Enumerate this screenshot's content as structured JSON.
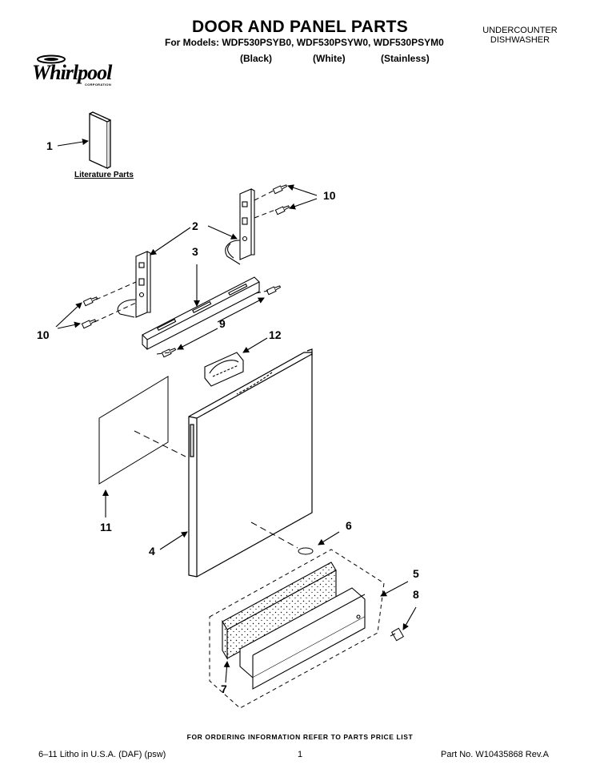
{
  "header": {
    "title": "DOOR AND PANEL PARTS",
    "models": "For Models: WDF530PSYB0, WDF530PSYW0, WDF530PSYM0",
    "variants": [
      "(Black)",
      "(White)",
      "(Stainless)"
    ],
    "category_line1": "UNDERCOUNTER",
    "category_line2": "DISHWASHER"
  },
  "logo": {
    "wordmark": "Whirlpool",
    "corporation": "CORPORATION"
  },
  "diagram": {
    "literature_label": "Literature Parts",
    "callouts": {
      "c1": "1",
      "c2": "2",
      "c3": "3",
      "c4": "4",
      "c5": "5",
      "c6": "6",
      "c7": "7",
      "c8": "8",
      "c9": "9",
      "c10_top": "10",
      "c10_left": "10",
      "c11": "11",
      "c12": "12"
    }
  },
  "footer": {
    "note": "FOR ORDERING INFORMATION REFER TO PARTS PRICE LIST",
    "left": "6–11 Litho in U.S.A. (DAF) (psw)",
    "page": "1",
    "right": "Part No. W10435868 Rev.A"
  }
}
